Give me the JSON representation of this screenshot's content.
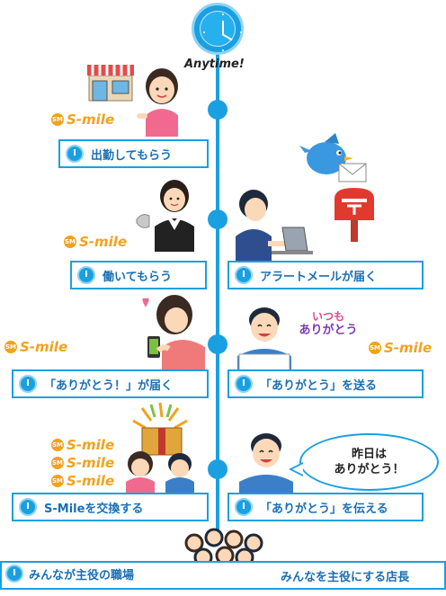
{
  "header": {
    "anytime": "Anytime!"
  },
  "brand": {
    "smile": "S-mile",
    "coin": "SM"
  },
  "left_steps": [
    {
      "label": "出勤してもらう"
    },
    {
      "label": "働いてもらう"
    },
    {
      "label": "「ありがとう！」が届く"
    },
    {
      "label": "S-Mileを交換する"
    }
  ],
  "right_steps": [
    {
      "label": "アラートメールが届く"
    },
    {
      "label": "「ありがとう」を送る"
    },
    {
      "label": "「ありがとう」を伝える"
    }
  ],
  "speech_bubble": {
    "line1": "昨日は",
    "line2": "ありがとう！"
  },
  "thanks_card": {
    "line1": "いつも",
    "line2": "ありがとう"
  },
  "bottom": {
    "left": "みんなが主役の職場",
    "right": "みんなを主役にする店長"
  },
  "colors": {
    "accent": "#1aa0e0",
    "label_text": "#1a6fb5",
    "smile": "#f2a21c"
  },
  "icons": [
    "clock-icon",
    "shop-icon",
    "bird-icon",
    "mailbox-icon",
    "envelope-icon",
    "heart-icon",
    "gift-icon",
    "phone-icon"
  ]
}
